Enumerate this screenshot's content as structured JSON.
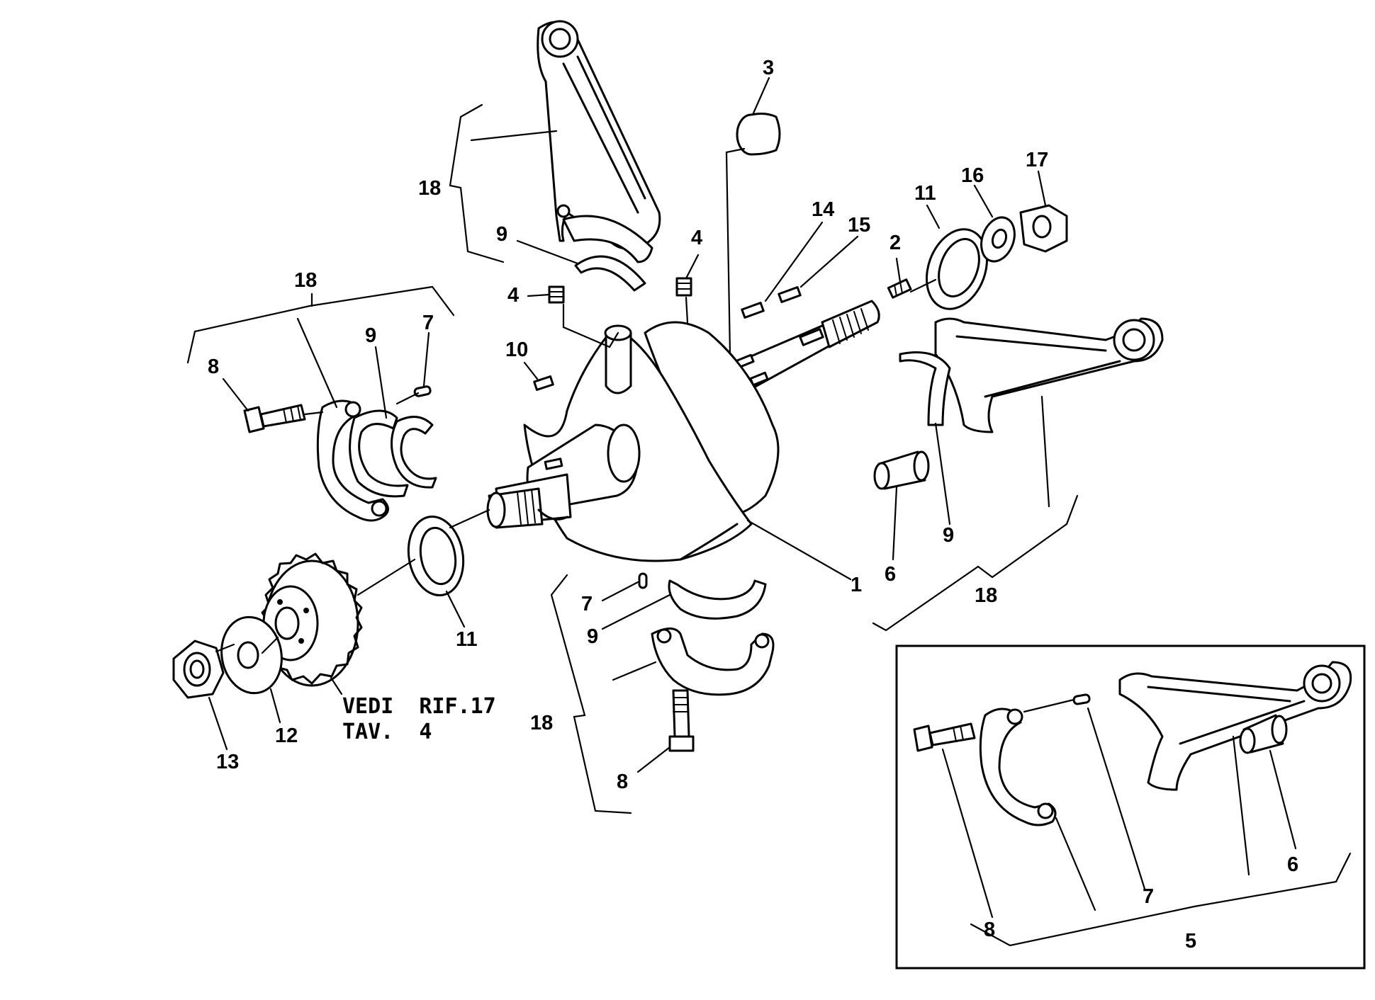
{
  "labels": {
    "l1": "1",
    "l2": "2",
    "l3": "3",
    "l4a": "4",
    "l4b": "4",
    "l6a": "6",
    "l6b": "6",
    "l7a": "7",
    "l7b": "7",
    "l7c": "7",
    "l8a": "8",
    "l8b": "8",
    "l8c": "8",
    "l9a": "9",
    "l9b": "9",
    "l9c": "9",
    "l9d": "9",
    "l10": "10",
    "l11a": "11",
    "l11b": "11",
    "l12": "12",
    "l13": "13",
    "l14": "14",
    "l15": "15",
    "l16": "16",
    "l17": "17",
    "l18a": "18",
    "l18b": "18",
    "l18c": "18",
    "l18d": "18",
    "l5": "5"
  },
  "note": {
    "line1": "VEDI  RIF.17",
    "line2": "TAV.  4"
  }
}
